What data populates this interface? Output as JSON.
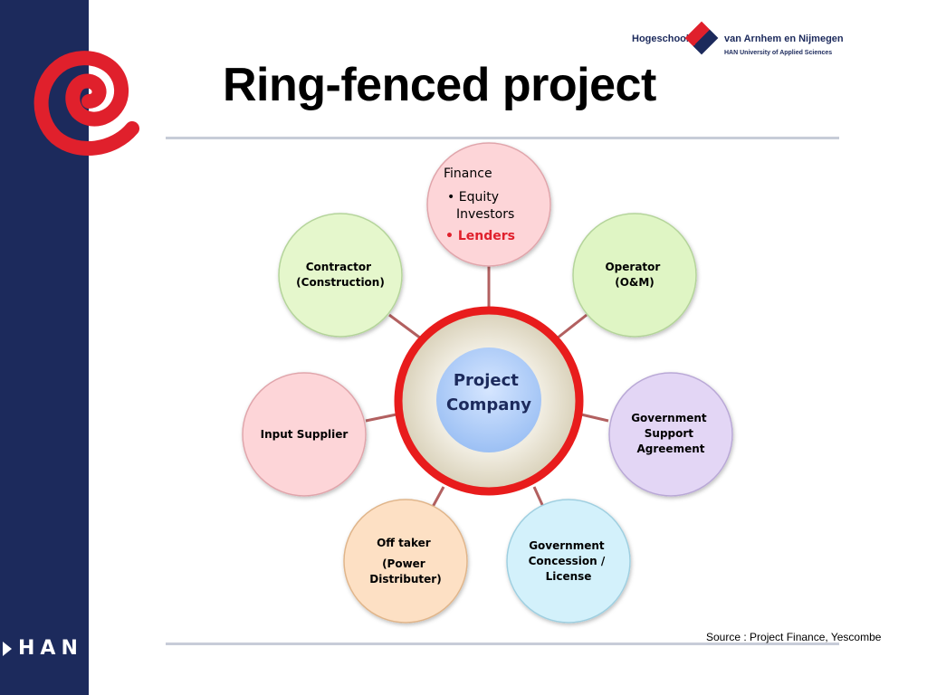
{
  "title": "Ring-fenced project",
  "logo": {
    "name_left": "Hogeschool",
    "name_right": "van Arnhem en Nijmegen",
    "subtitle": "HAN University of Applied Sciences",
    "han_text": "HAN"
  },
  "source": "Source : Project Finance, Yescombe",
  "center": {
    "lines": [
      "Project",
      "Company"
    ]
  },
  "nodes": [
    {
      "id": "finance",
      "title": "Finance",
      "bullets": [
        "Equity",
        "Investors"
      ],
      "highlight": "Lenders",
      "fill": "#fdd5d8",
      "stroke": "#e0a5ab"
    },
    {
      "id": "operator",
      "lines": [
        "Operator",
        "(O&M)"
      ],
      "fill": "#dff5c4",
      "stroke": "#b4d49a"
    },
    {
      "id": "government-support",
      "lines": [
        "Government",
        "Support",
        "Agreement"
      ],
      "fill": "#e3d6f5",
      "stroke": "#b9a8d6"
    },
    {
      "id": "government-concession",
      "lines": [
        "Government",
        "Concession /",
        "License"
      ],
      "fill": "#d3f1fb",
      "stroke": "#9fcfe0"
    },
    {
      "id": "off-taker",
      "lines": [
        "Off taker",
        "(Power",
        "Distributer)"
      ],
      "fill": "#fde0c4",
      "stroke": "#e0b58a"
    },
    {
      "id": "input-supplier",
      "lines": [
        "Input Supplier"
      ],
      "fill": "#fdd5d8",
      "stroke": "#e0a5ab"
    },
    {
      "id": "contractor",
      "lines": [
        "Contractor",
        "(Construction)"
      ],
      "fill": "#e5f7cc",
      "stroke": "#b4d49a"
    }
  ],
  "colors": {
    "ring": "#e81c1c",
    "connector": "#b26060",
    "navy": "#1c2a5c",
    "accent_red": "#e0202c"
  }
}
